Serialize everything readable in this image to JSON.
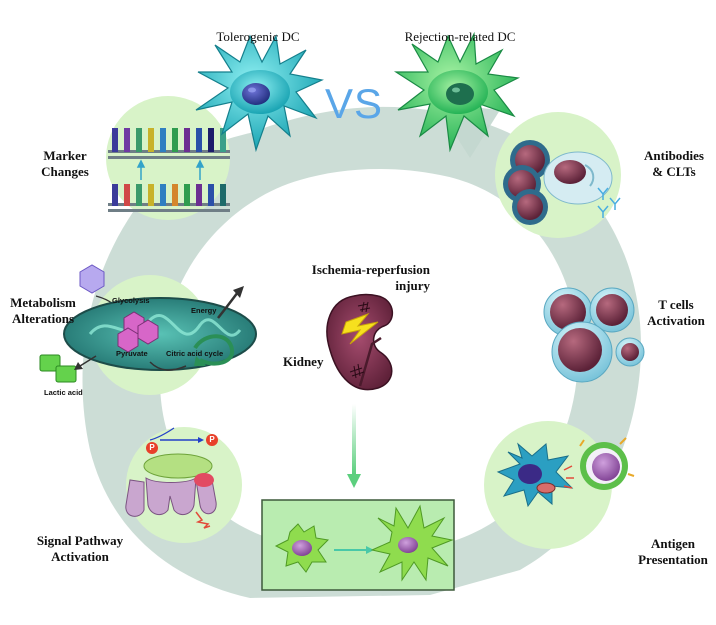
{
  "labels": {
    "tolerogenic_dc": "Tolerogenic DC",
    "rejection_dc": "Rejection-related DC",
    "vs": "VS",
    "marker_changes": [
      "Marker",
      "Changes"
    ],
    "metabolism": [
      "Metabolism",
      "Alterations"
    ],
    "signal_pathway": [
      "Signal Pathway",
      "Activation"
    ],
    "antibodies": [
      "Antibodies",
      "& CLTs"
    ],
    "t_cells": [
      "T cells",
      "Activation"
    ],
    "antigen": [
      "Antigen",
      "Presentation"
    ],
    "ischemia": [
      "Ischemia-reperfusion",
      "injury"
    ],
    "kidney": "Kidney"
  },
  "metabolism_terms": {
    "glycolysis": "Glycolysis",
    "energy": "Energy",
    "pyruvate": "Pyruvate",
    "citric": "Citric acid cycle",
    "lactic": "Lactic acid"
  },
  "phospho": "P",
  "colors": {
    "cycle": "#c3d7cf",
    "bubble": "#d8f3c8",
    "tolerogenic_cell": "#2fb8c4",
    "rejection_cell": "#38c86a",
    "kidney": "#7c2f4e",
    "vs": "#5aa6e8",
    "box_fill": "#b9ecb0",
    "box_border": "#3d5a3a"
  }
}
